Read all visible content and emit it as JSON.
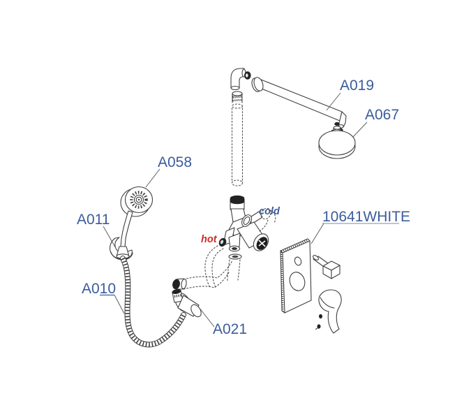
{
  "figure": {
    "labels": {
      "shower_arm": "A019",
      "rain_head": "A067",
      "hand_shower": "A058",
      "bracket": "A011",
      "hose": "A010",
      "wall_outlet": "A021",
      "trim_plate": "10641WHITE",
      "hot": "hot",
      "cold": "cold"
    },
    "colors": {
      "label_blue": "#3b5c9b",
      "hot_red": "#cf2b27",
      "line_gray": "#3f3f3f",
      "background": "#ffffff"
    }
  }
}
